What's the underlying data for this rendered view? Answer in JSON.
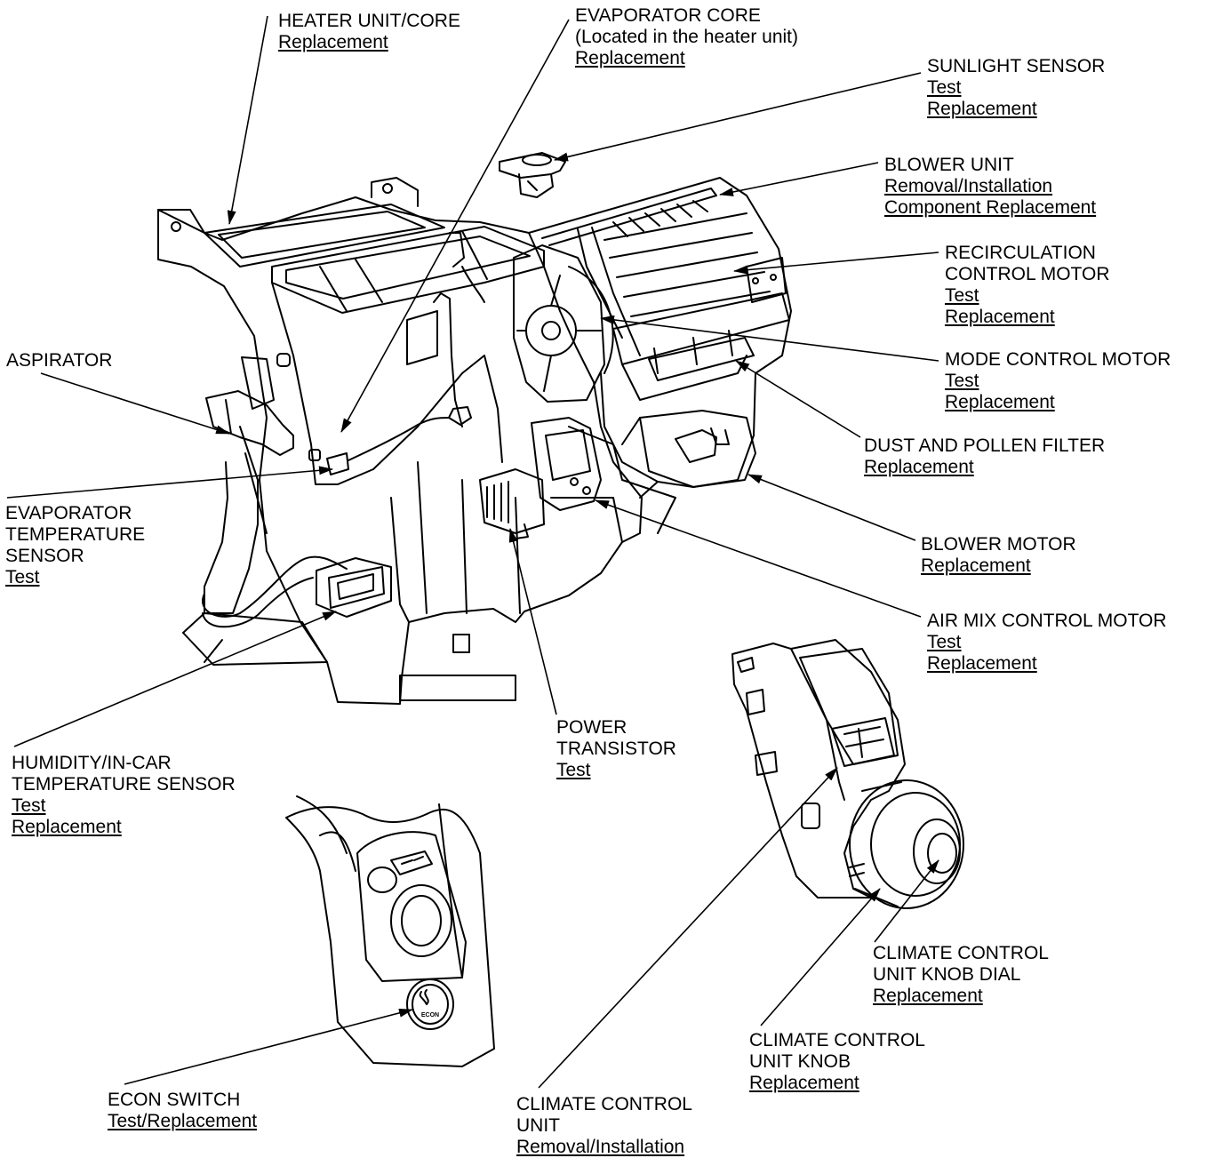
{
  "callouts": [
    {
      "id": "heater-unit-core",
      "lines": [
        "HEATER UNIT/CORE"
      ],
      "links": [
        "Replacement"
      ]
    },
    {
      "id": "evaporator-core",
      "lines": [
        "EVAPORATOR CORE",
        "(Located in the heater unit)"
      ],
      "links": [
        "Replacement"
      ]
    },
    {
      "id": "sunlight-sensor",
      "lines": [
        "SUNLIGHT SENSOR"
      ],
      "links": [
        "Test",
        "Replacement"
      ]
    },
    {
      "id": "blower-unit",
      "lines": [
        "BLOWER UNIT"
      ],
      "links": [
        "Removal/Installation",
        "Component Replacement"
      ]
    },
    {
      "id": "recirculation-control-motor",
      "lines": [
        "RECIRCULATION",
        "CONTROL MOTOR"
      ],
      "links": [
        "Test",
        "Replacement"
      ]
    },
    {
      "id": "mode-control-motor",
      "lines": [
        "MODE CONTROL MOTOR"
      ],
      "links": [
        "Test",
        "Replacement"
      ]
    },
    {
      "id": "aspirator",
      "lines": [
        "ASPIRATOR"
      ],
      "links": []
    },
    {
      "id": "dust-and-pollen-filter",
      "lines": [
        "DUST AND POLLEN FILTER"
      ],
      "links": [
        "Replacement"
      ]
    },
    {
      "id": "evaporator-temperature-sensor",
      "lines": [
        "EVAPORATOR",
        "TEMPERATURE",
        "SENSOR"
      ],
      "links": [
        "Test"
      ]
    },
    {
      "id": "blower-motor",
      "lines": [
        "BLOWER MOTOR"
      ],
      "links": [
        "Replacement"
      ]
    },
    {
      "id": "air-mix-control-motor",
      "lines": [
        "AIR MIX CONTROL MOTOR"
      ],
      "links": [
        "Test",
        "Replacement"
      ]
    },
    {
      "id": "power-transistor",
      "lines": [
        "POWER",
        "TRANSISTOR"
      ],
      "links": [
        "Test"
      ]
    },
    {
      "id": "humidity-in-car-temperature-sensor",
      "lines": [
        "HUMIDITY/IN-CAR",
        "TEMPERATURE SENSOR"
      ],
      "links": [
        "Test",
        "Replacement"
      ]
    },
    {
      "id": "climate-control-unit-knob-dial",
      "lines": [
        "CLIMATE CONTROL",
        "UNIT KNOB DIAL"
      ],
      "links": [
        "Replacement"
      ]
    },
    {
      "id": "climate-control-unit-knob",
      "lines": [
        "CLIMATE CONTROL",
        "UNIT KNOB"
      ],
      "links": [
        "Replacement"
      ]
    },
    {
      "id": "econ-switch",
      "lines": [
        "ECON SWITCH"
      ],
      "links": [
        "Test/Replacement"
      ]
    },
    {
      "id": "climate-control-unit",
      "lines": [
        "CLIMATE CONTROL",
        "UNIT"
      ],
      "links": [
        "Removal/Installation"
      ]
    }
  ],
  "switch_text": "ECON"
}
